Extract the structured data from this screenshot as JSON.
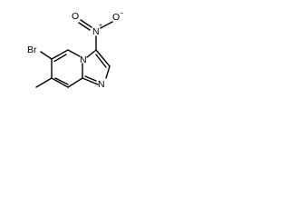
{
  "molecule": {
    "atom_labels": {
      "br": "Br",
      "n_ring": "N",
      "n_imidazole": "N",
      "n_nitro": "N",
      "n_nitro_charge": "+",
      "o_double": "O",
      "o_single": "O",
      "o_charge": "−"
    },
    "colors": {
      "bond": "#000000",
      "label": "#000000",
      "background": "#ffffff"
    }
  }
}
